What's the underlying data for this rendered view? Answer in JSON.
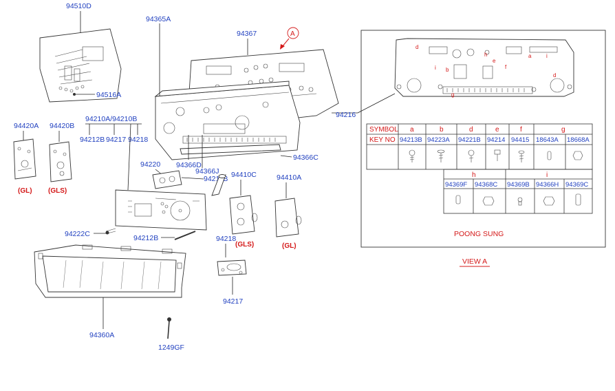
{
  "labels": {
    "p94510D": "94510D",
    "p94516A": "94516A",
    "p94365A": "94365A",
    "p94367": "94367",
    "callout_a": "A",
    "p94420A": "94420A",
    "p94420B": "94420B",
    "gl_1": "(GL)",
    "gls_1": "(GLS)",
    "p94210": "94210A/94210B",
    "p94212B_top": "94212B",
    "p94217_top": "94217",
    "p94218_top": "94218",
    "p94220": "94220",
    "p94366D": "94366D",
    "p94366J": "94366J",
    "p94211B": "94211B",
    "p94366C": "94366C",
    "p94410C": "94410C",
    "p94410A": "94410A",
    "gls_2": "(GLS)",
    "gl_2": "(GL)",
    "p94222C": "94222C",
    "p94212B": "94212B",
    "p94218": "94218",
    "p94217": "94217",
    "p94360A": "94360A",
    "p1249GF": "1249GF",
    "p94216": "94216",
    "poong_sung": "POONG SUNG",
    "view_a": "VIEW  A"
  },
  "table": {
    "row1_header": "SYMBOL",
    "row2_header": "KEY NO",
    "symbols": [
      "a",
      "b",
      "d",
      "e",
      "f",
      "g"
    ],
    "keys": [
      "94213B",
      "94223A",
      "94221B",
      "94214",
      "94415",
      "18643A",
      "18668A"
    ],
    "symbols2": [
      "h",
      "i"
    ],
    "keys2": [
      "94369F",
      "94368C",
      "94369B",
      "94366H",
      "94369C"
    ]
  },
  "view_letters": {
    "a": "a",
    "b": "b",
    "d": "d",
    "e": "e",
    "f": "f",
    "g": "g",
    "h": "h",
    "i": "i"
  }
}
